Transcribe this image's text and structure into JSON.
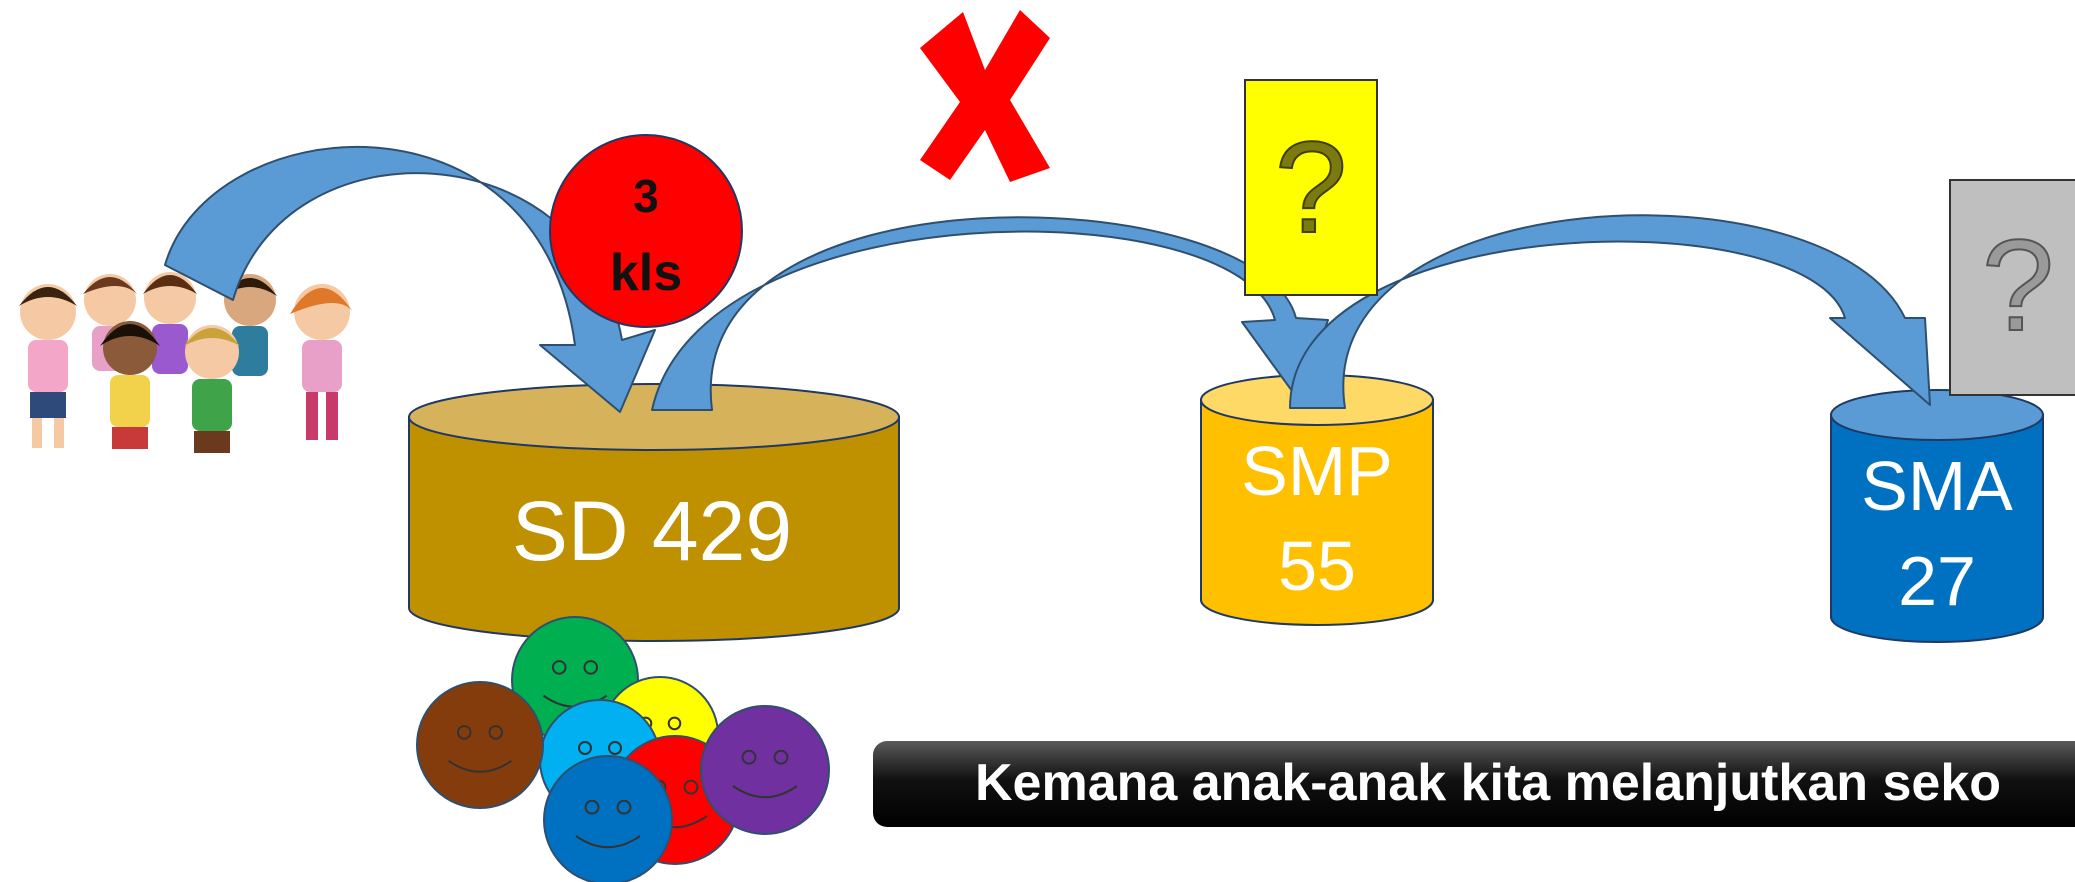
{
  "stages": [
    {
      "id": "sd",
      "line1": "SD 429",
      "line2": ""
    },
    {
      "id": "smp",
      "line1": "SMP",
      "line2": "55"
    },
    {
      "id": "sma",
      "line1": "SMA",
      "line2": "27"
    }
  ],
  "badge": {
    "line1": "3",
    "line2": "kls"
  },
  "cards": {
    "smp_symbol": "?",
    "sma_symbol": "?"
  },
  "caption": "Kemana anak-anak kita melanjutkan seko",
  "colors": {
    "arrow": "#5b9bd5",
    "sd_body": "#bf9000",
    "sd_top": "#d6b35a",
    "smp_body": "#ffc000",
    "smp_top": "#ffd966",
    "sma_body": "#0070c0",
    "sma_top": "#5b9bd5",
    "badge": "#ff0000",
    "cross": "#ff0000",
    "smp_card": "#ffff00",
    "sma_card": "#bfbfbf"
  },
  "icons": [
    "children-group-illustration",
    "cross-mark-icon",
    "question-mark-icon",
    "smiley-face-icon"
  ],
  "smileys": [
    "#00b050",
    "#ffff00",
    "#00b0f0",
    "#ff0000",
    "#7030a0",
    "#843c0c",
    "#0070c0"
  ]
}
